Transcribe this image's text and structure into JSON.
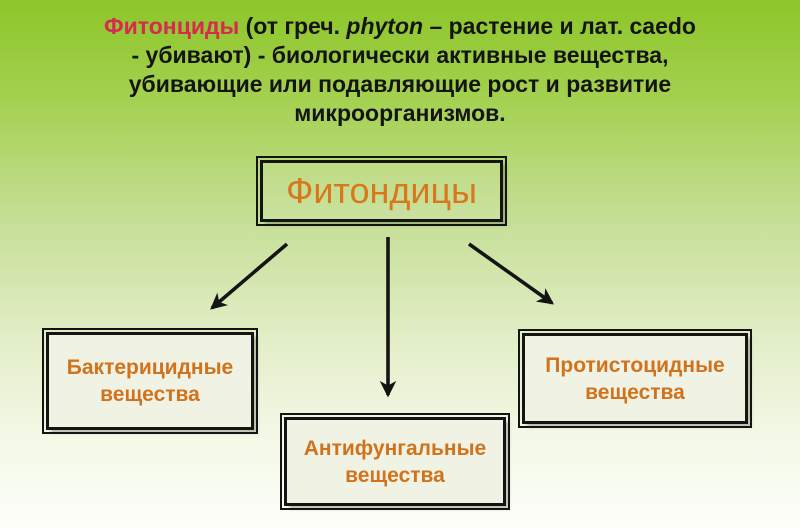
{
  "slide": {
    "title": {
      "term": "Фитонциды",
      "line1_after_term": " (от греч. ",
      "latin": "phyton",
      "line1_end": " – растение и лат. caedo",
      "line2": "-  убивают) - биологически активные вещества,",
      "line3": "убивающие или подавляющие рост и развитие",
      "line4": "микроорганизмов."
    },
    "root_box": {
      "label": "Фитондицы"
    },
    "branches": [
      {
        "line1": "Бактерицидные",
        "line2": "вещества"
      },
      {
        "line1": "Антифунгальные",
        "line2": "вещества"
      },
      {
        "line1": "Протистоцидные",
        "line2": "вещества"
      }
    ],
    "colors": {
      "term_red": "#d8294e",
      "accent_orange": "#d9771c",
      "branch_orange": "#d1731d",
      "background_top_green": "#8cc628",
      "background_bottom": "#fdfefa",
      "branch_box_fill": "#f0f2e3",
      "line_black": "#141414"
    }
  }
}
